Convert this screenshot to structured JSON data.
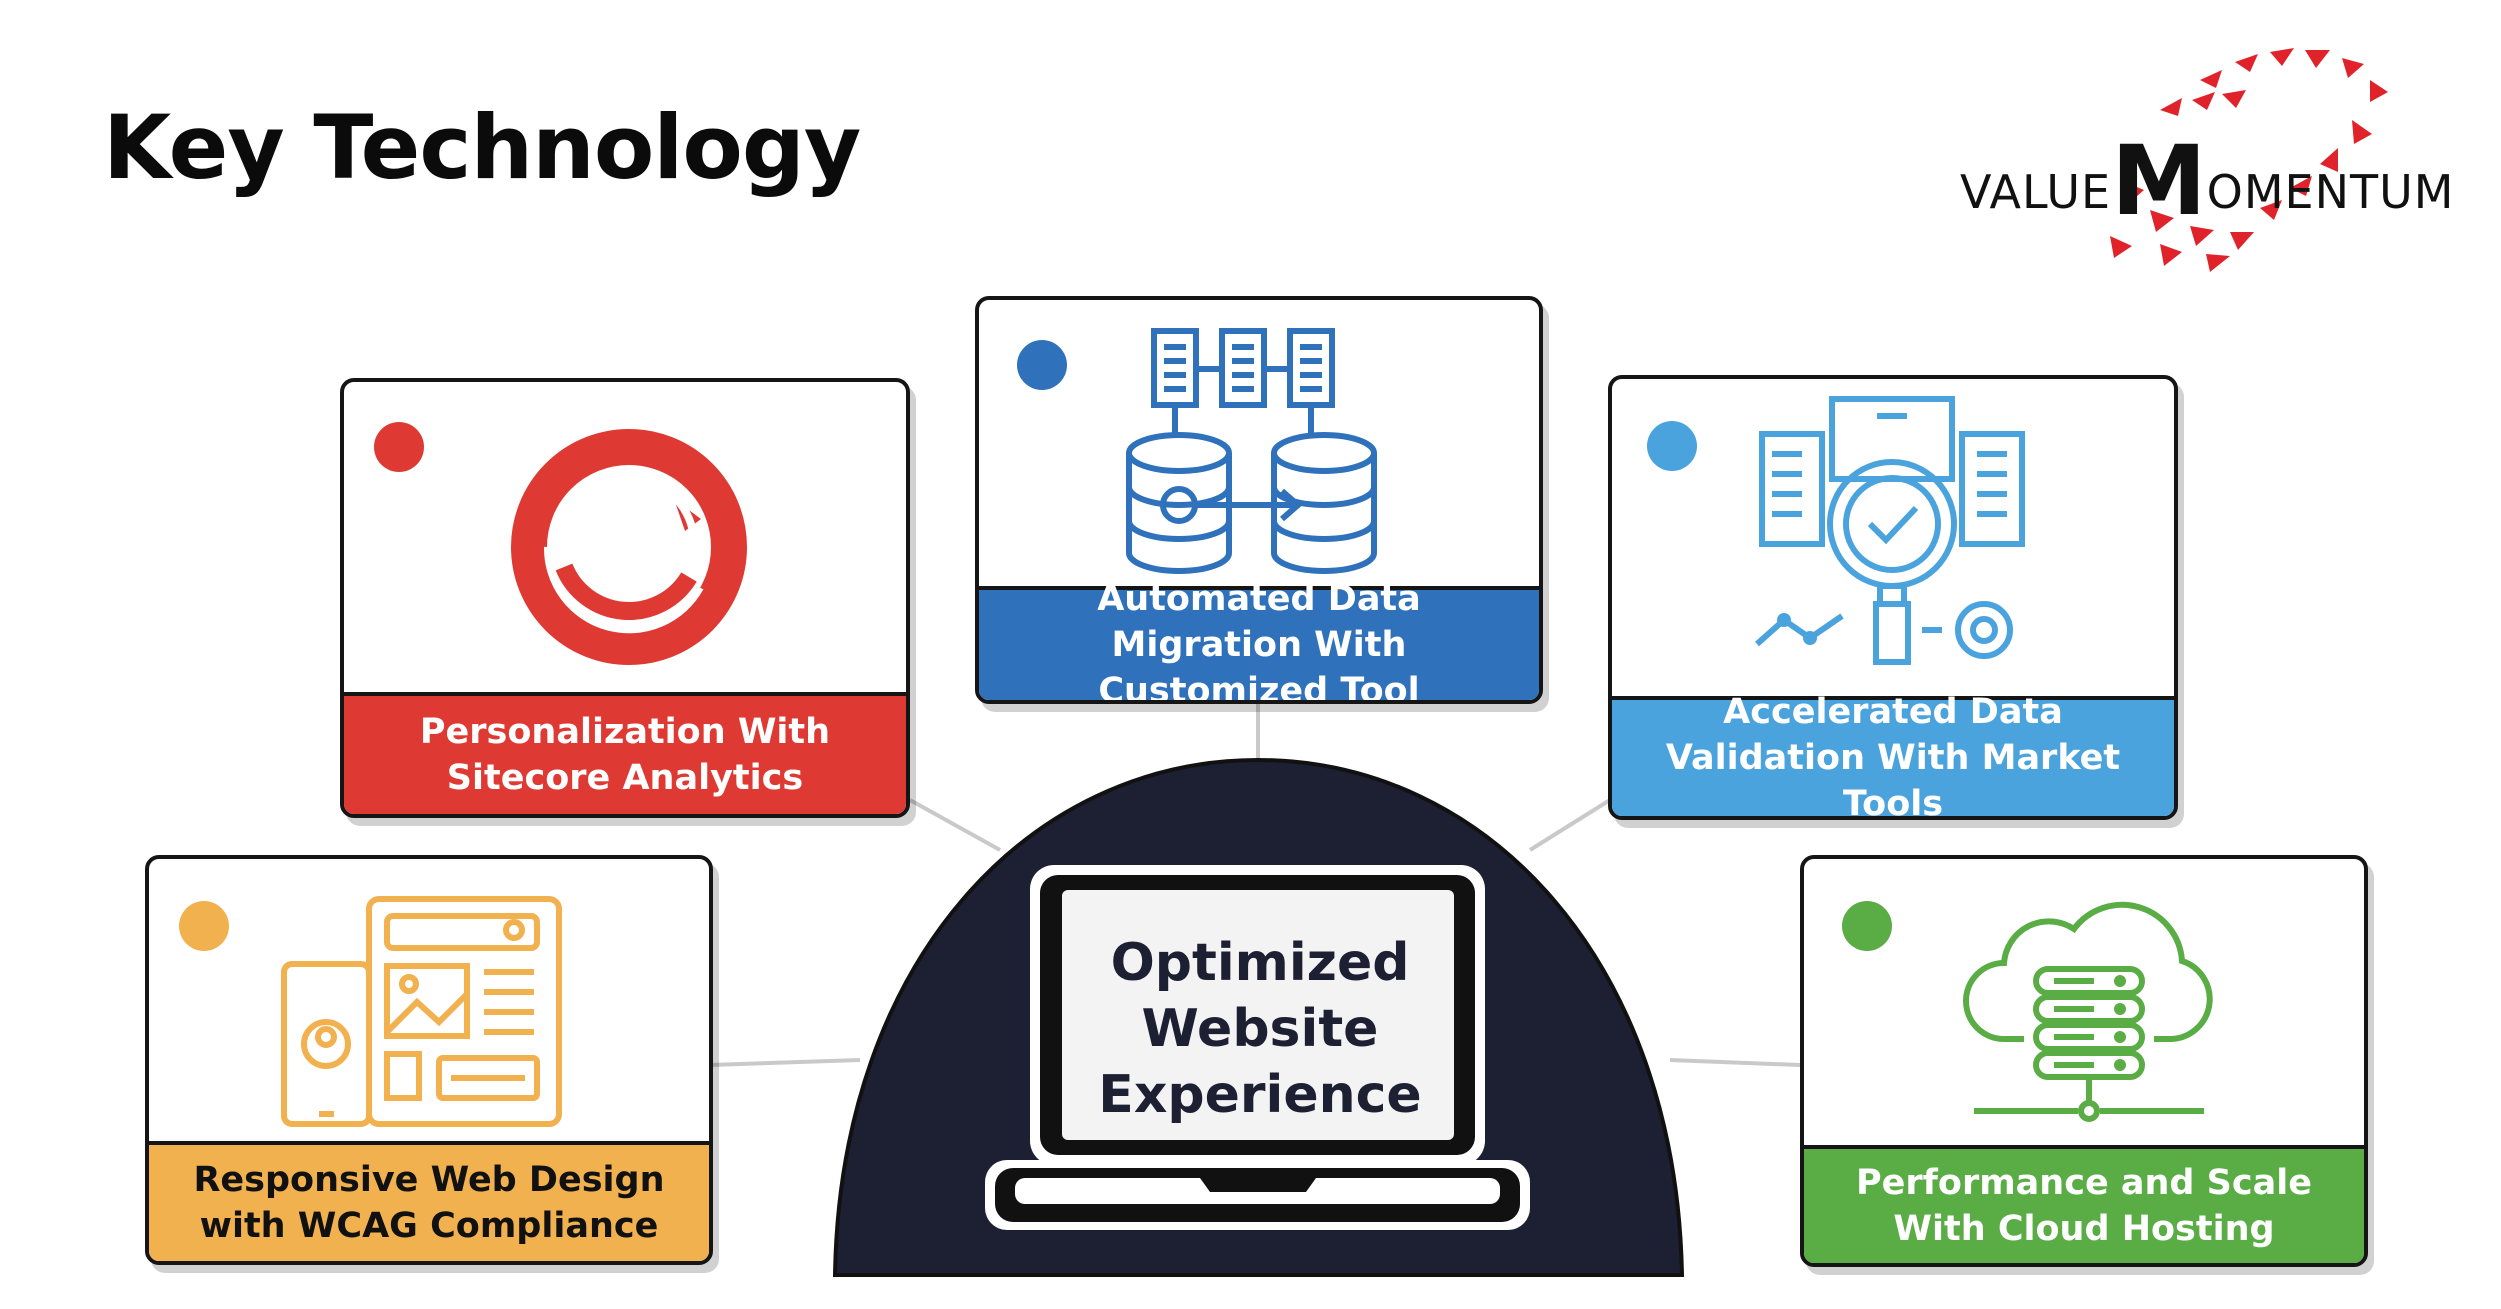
{
  "title": "Key Technology",
  "logo": {
    "prefix": "VALUE",
    "big_letter": "M",
    "suffix": "OMENTUM",
    "accent_color": "#e0232b"
  },
  "center": {
    "line1": "Optimized",
    "line2": "Website",
    "line3": "Experience",
    "color": "#1d1f33"
  },
  "cards": [
    {
      "id": "sitecore",
      "label": "Personalization With Sitecore Analytics",
      "color": "#de3a33",
      "icon": "sitecore-logo-icon"
    },
    {
      "id": "migration",
      "label": "Automated Data Migration With Customized Tool",
      "color": "#2f72bb",
      "icon": "database-migration-icon"
    },
    {
      "id": "validation",
      "label": "Accelerated Data Validation With Market Tools",
      "color": "#4ba3dd",
      "icon": "data-validation-icon"
    },
    {
      "id": "responsive",
      "label": "Responsive Web Design with WCAG Compliance",
      "color": "#f1b14f",
      "icon": "responsive-design-icon"
    },
    {
      "id": "cloud",
      "label": "Performance and Scale With Cloud Hosting",
      "color": "#5aac45",
      "icon": "cloud-hosting-icon"
    }
  ]
}
